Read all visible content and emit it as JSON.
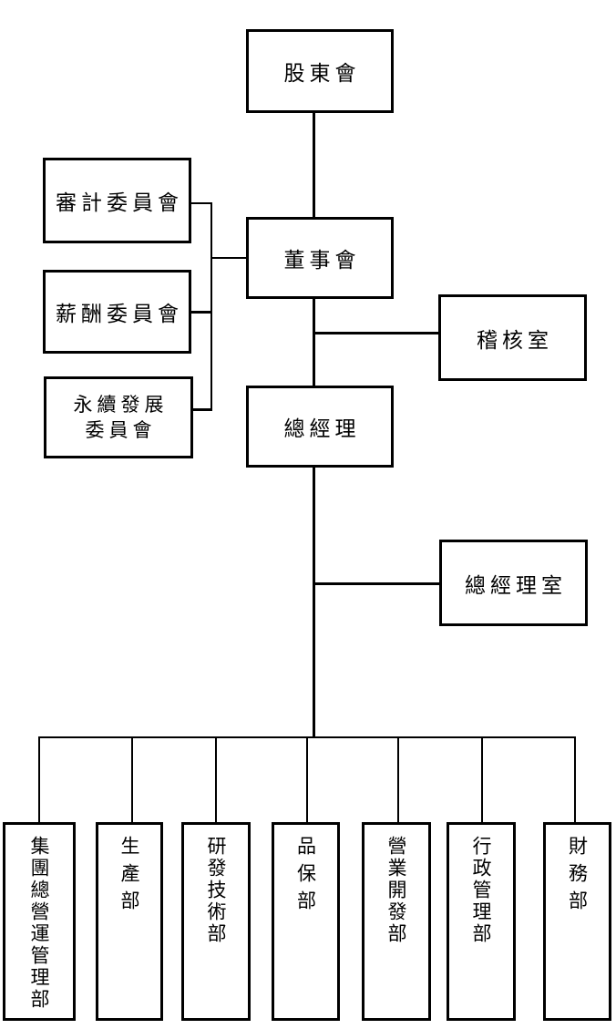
{
  "diagram": {
    "type": "org-chart",
    "background_color": "#ffffff",
    "line_color": "#000000",
    "nodes": {
      "shareholders": {
        "label": "股東會"
      },
      "audit_committee": {
        "label": "審計委員會"
      },
      "compensation_committee": {
        "label": "薪酬委員會"
      },
      "sustainability_committee": {
        "label": "永續發展委員會",
        "line1": "永續發展",
        "line2": "委員會"
      },
      "board": {
        "label": "董事會"
      },
      "audit_office": {
        "label": "稽核室"
      },
      "general_manager": {
        "label": "總經理"
      },
      "gm_office": {
        "label": "總經理室"
      }
    },
    "departments": [
      {
        "label": "集團總營運管理部"
      },
      {
        "label": "生產部"
      },
      {
        "label": "研發技術部"
      },
      {
        "label": "品保部"
      },
      {
        "label": "營業開發部"
      },
      {
        "label": "行政管理部"
      },
      {
        "label": "財務部"
      }
    ],
    "edges": [
      {
        "from": "shareholders",
        "to": "board"
      },
      {
        "from": "board",
        "to": "audit_committee"
      },
      {
        "from": "board",
        "to": "compensation_committee"
      },
      {
        "from": "board",
        "to": "sustainability_committee"
      },
      {
        "from": "board",
        "to": "audit_office"
      },
      {
        "from": "board",
        "to": "general_manager"
      },
      {
        "from": "general_manager",
        "to": "gm_office"
      },
      {
        "from": "general_manager",
        "to": "集團總營運管理部"
      },
      {
        "from": "general_manager",
        "to": "生產部"
      },
      {
        "from": "general_manager",
        "to": "研發技術部"
      },
      {
        "from": "general_manager",
        "to": "品保部"
      },
      {
        "from": "general_manager",
        "to": "營業開發部"
      },
      {
        "from": "general_manager",
        "to": "行政管理部"
      },
      {
        "from": "general_manager",
        "to": "財務部"
      }
    ]
  }
}
